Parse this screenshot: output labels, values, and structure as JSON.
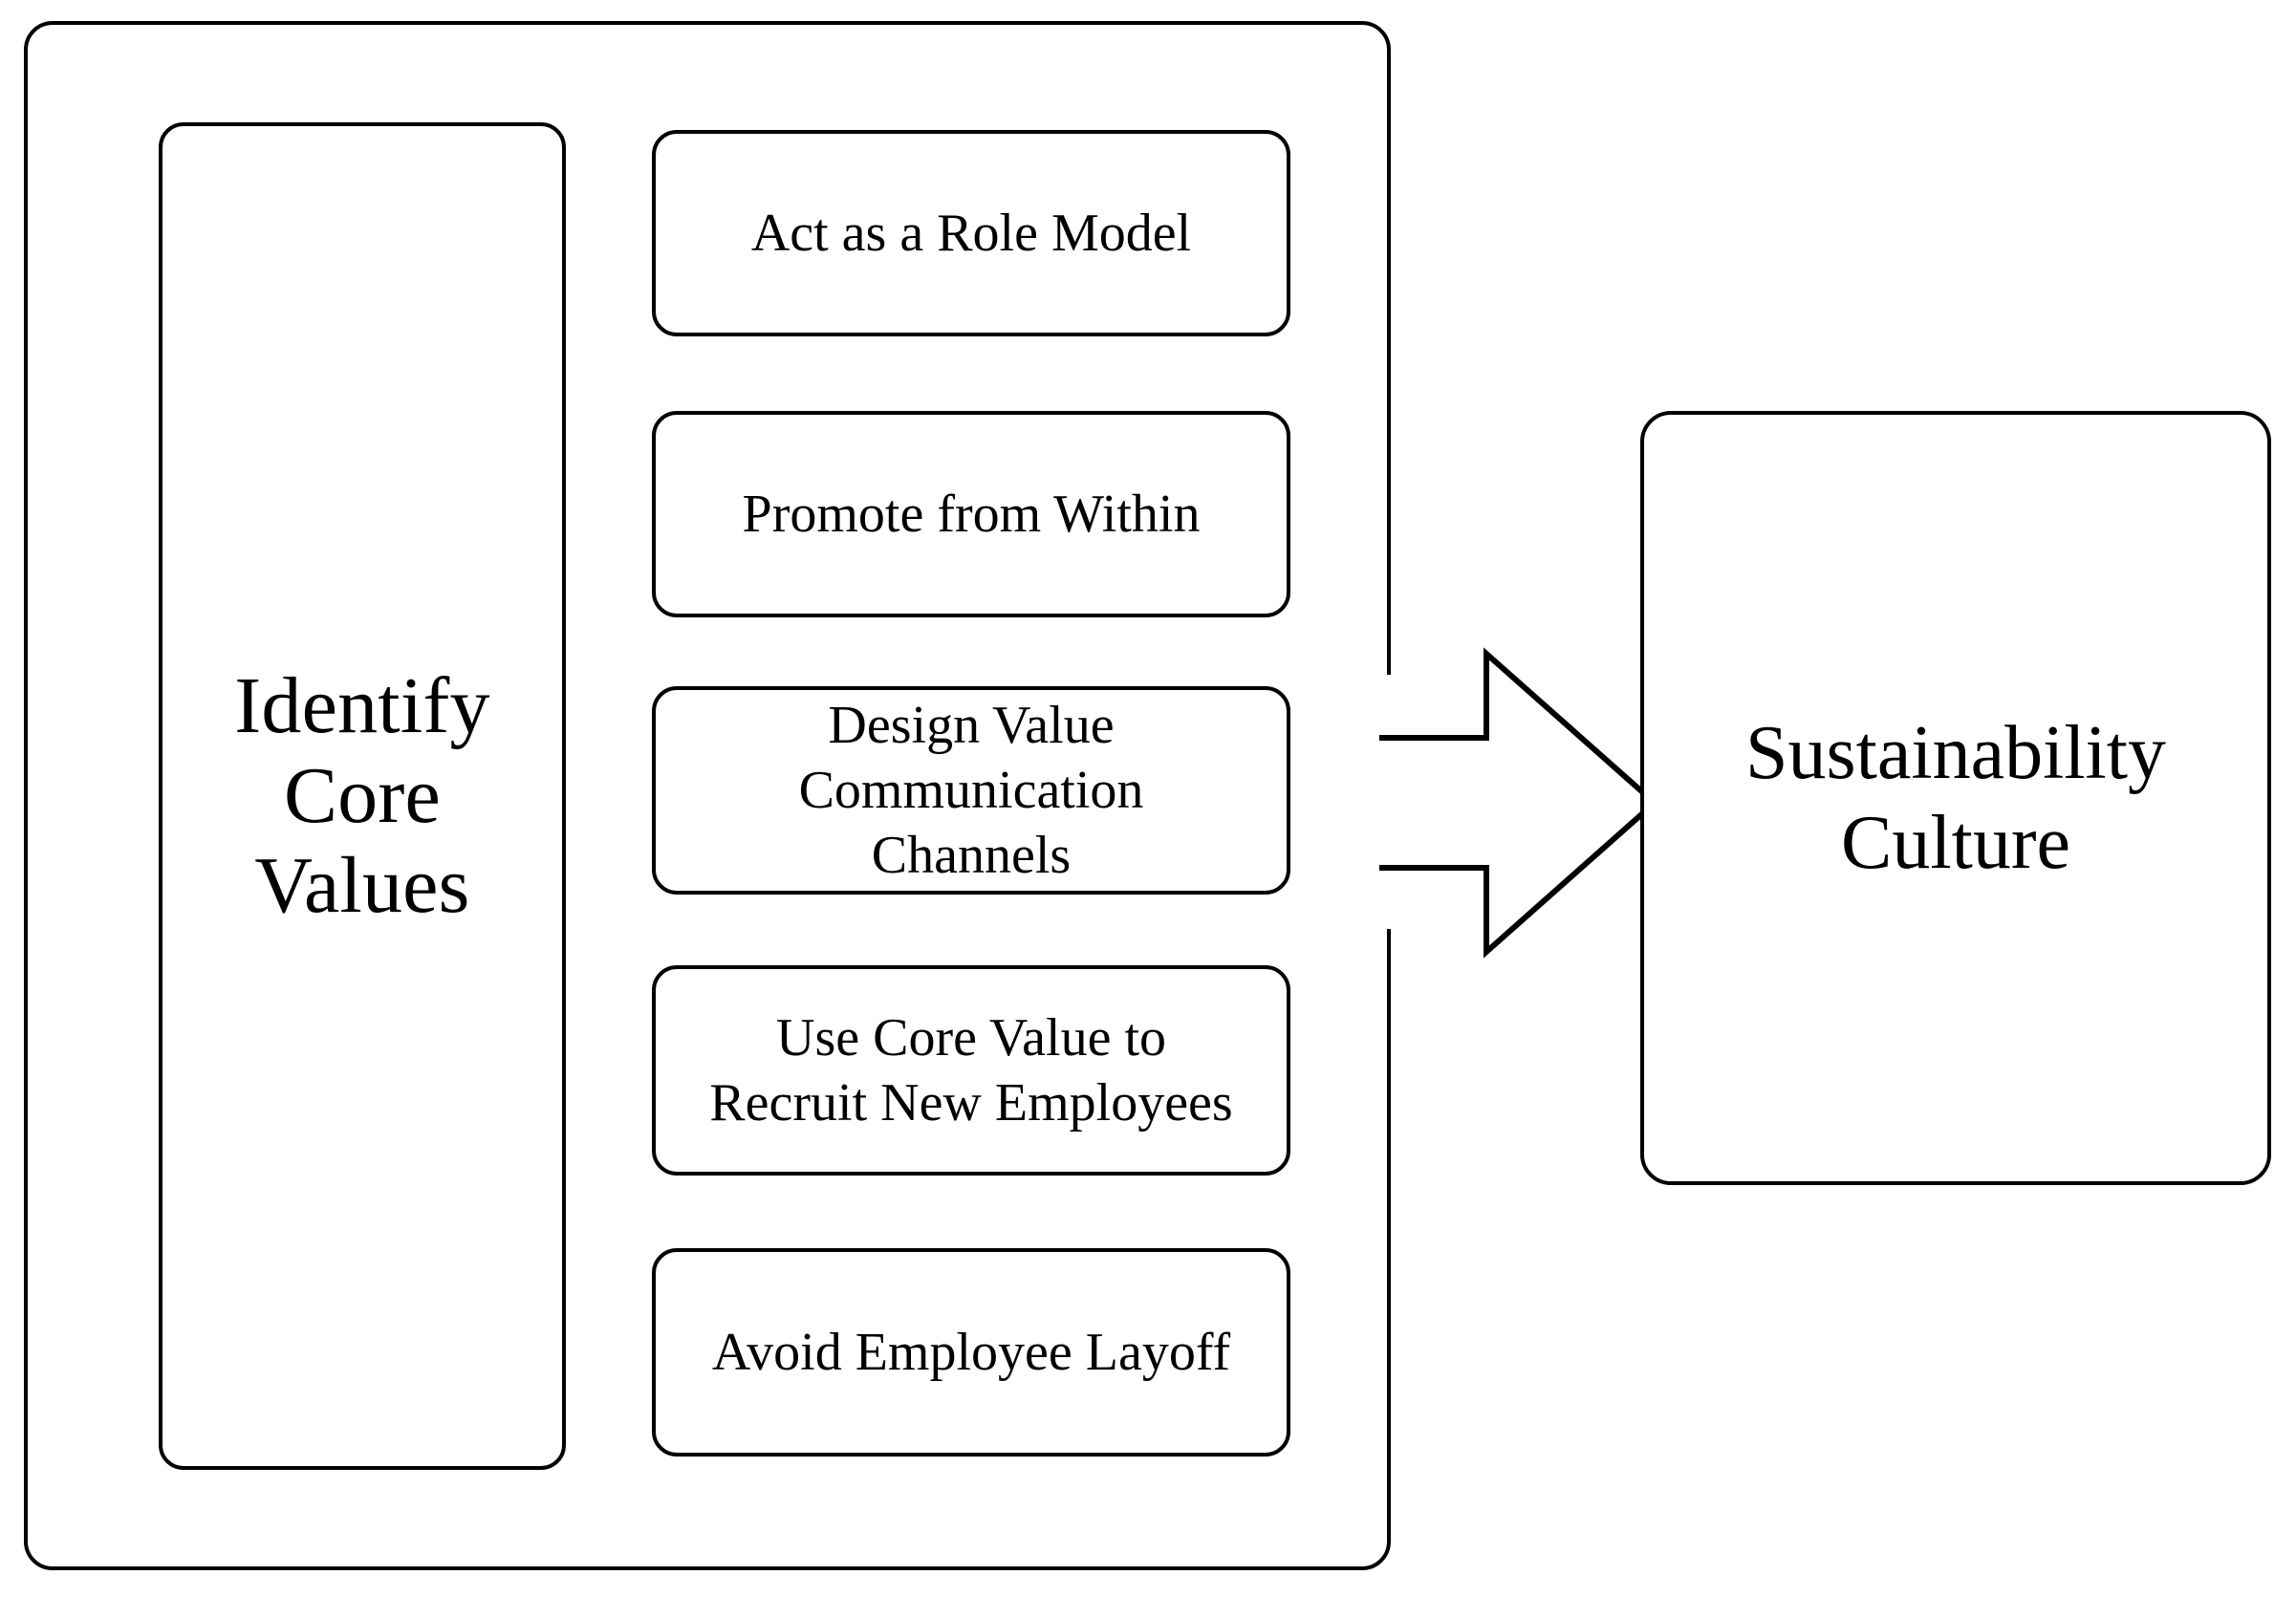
{
  "diagram": {
    "title": "Identify Core Values leading to Sustainability Culture",
    "type": "process-flow",
    "colors": {
      "stroke": "#000000",
      "fill": "#ffffff",
      "text": "#000000"
    }
  },
  "group": {
    "label": "Identify Core Values group"
  },
  "left_box": {
    "label": "Identify\nCore\nValues"
  },
  "practices": [
    {
      "label": "Act as a Role Model"
    },
    {
      "label": "Promote from Within"
    },
    {
      "label": "Design Value\nCommunication\nChannels"
    },
    {
      "label": "Use Core Value to\nRecruit New Employees"
    },
    {
      "label": "Avoid Employee Layoff"
    }
  ],
  "arrow": {
    "name": "right-block-arrow",
    "direction": "right"
  },
  "right_box": {
    "label": "Sustainability\nCulture"
  }
}
